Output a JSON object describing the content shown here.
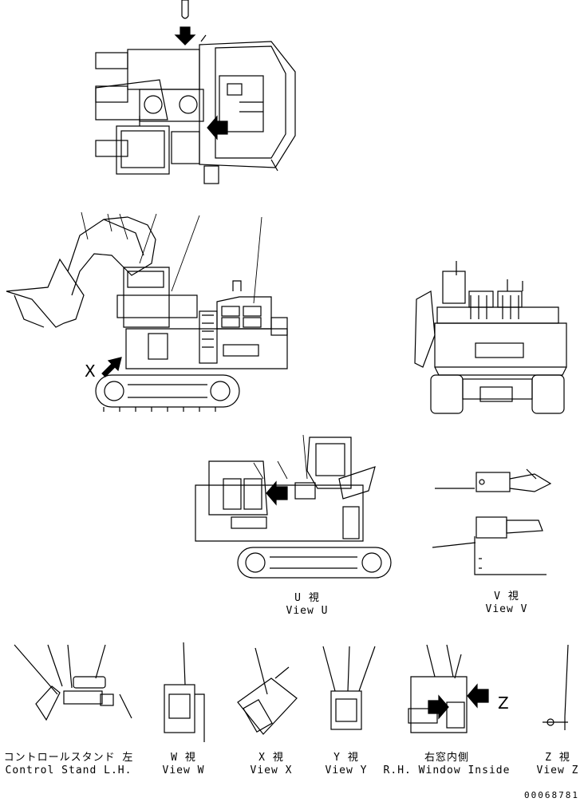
{
  "views": {
    "u": {
      "jp": "U 視",
      "en": "View U"
    },
    "v": {
      "jp": "V 視",
      "en": "View V"
    },
    "control_stand": {
      "jp": "コントロールスタンド 左",
      "en": "Control Stand L.H."
    },
    "w": {
      "jp": "W 視",
      "en": "View W"
    },
    "x": {
      "jp": "X 視",
      "en": "View X"
    },
    "y": {
      "jp": "Y 視",
      "en": "View Y"
    },
    "rh_window": {
      "jp": "右窓内側",
      "en": "R.H. Window Inside"
    },
    "z": {
      "jp": "Z 視",
      "en": "View Z"
    }
  },
  "callouts": {
    "x_marker": "X",
    "z_marker": "Z"
  },
  "document_number": "00068781"
}
